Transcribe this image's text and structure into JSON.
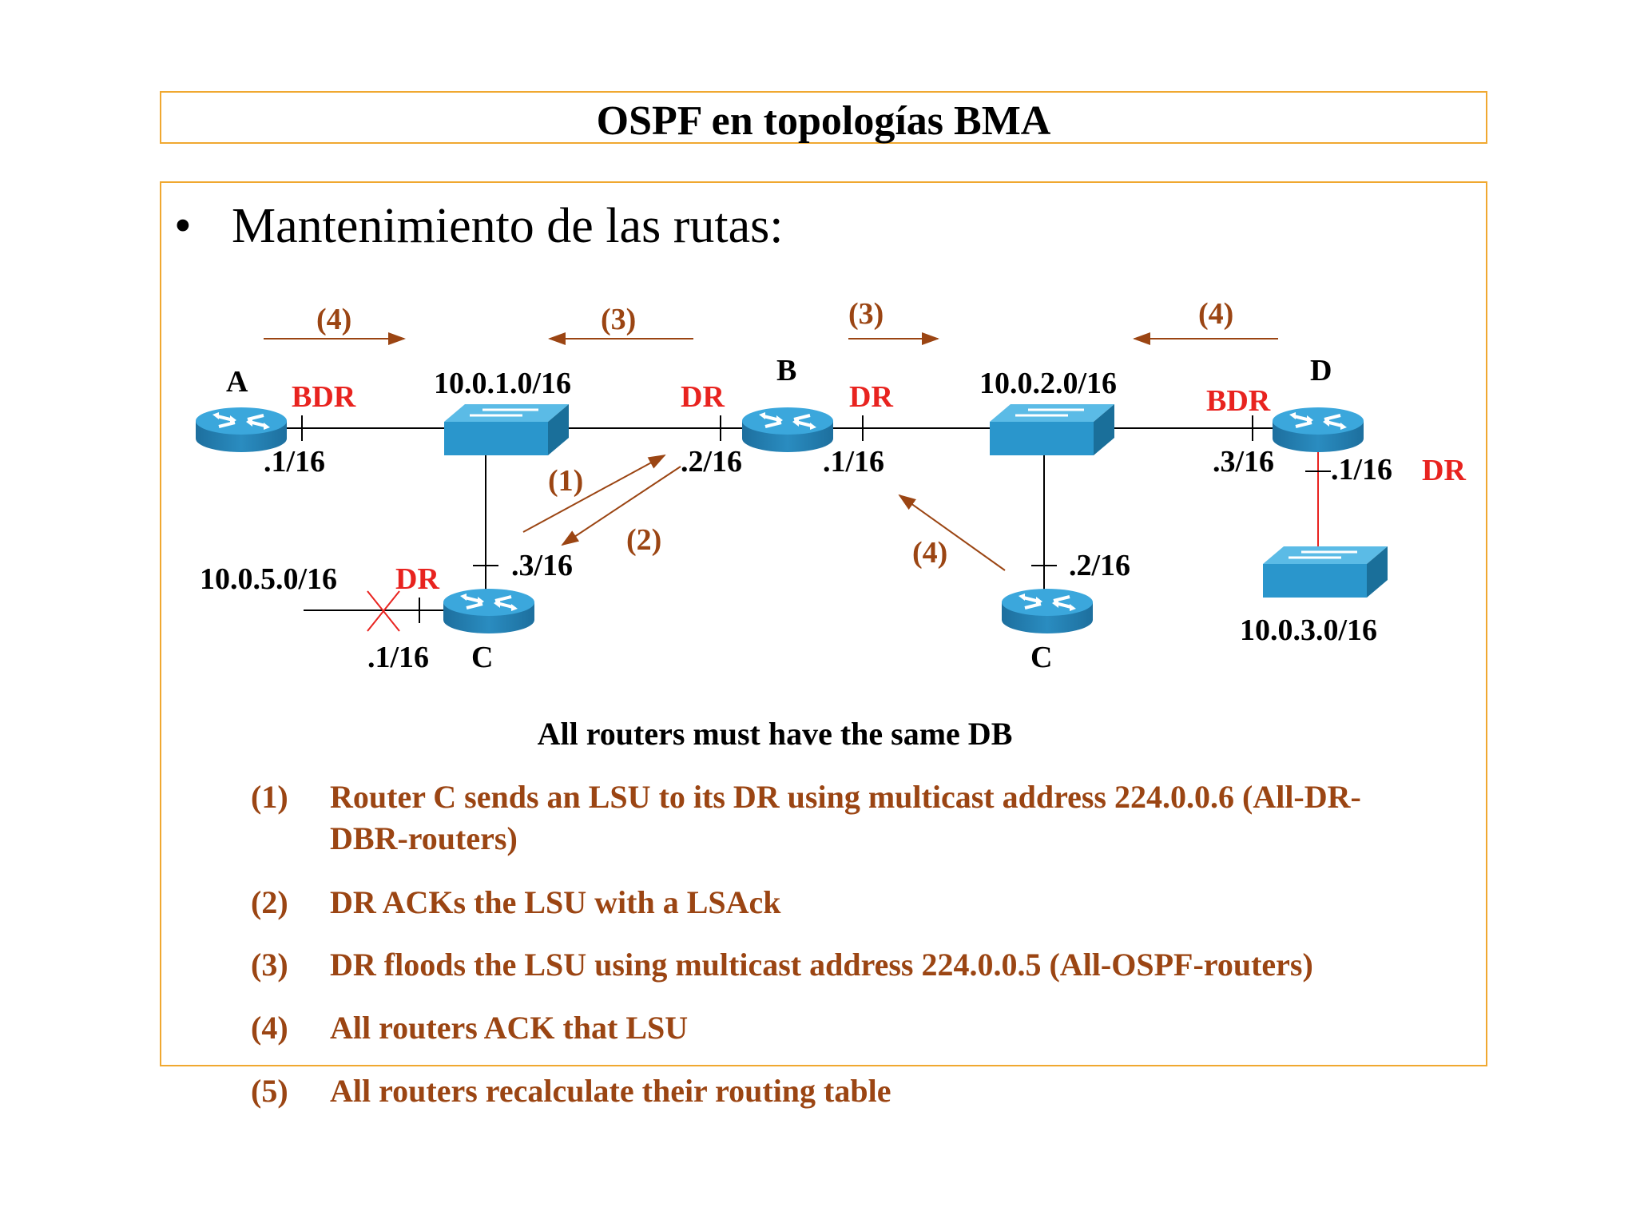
{
  "title": "OSPF en topologías BMA",
  "bullet": "Mantenimiento de las rutas:",
  "colors": {
    "border": "#f0a830",
    "red": "#e8231f",
    "brown": "#9b4513",
    "router": "#2a8cc0"
  },
  "diagram": {
    "arrow_labels": {
      "a4_left": "(4)",
      "a3_left": "(3)",
      "a3_right": "(3)",
      "a4_right": "(4)",
      "a1": "(1)",
      "a2": "(2)",
      "a4_lower": "(4)"
    },
    "routers": {
      "a": "A",
      "b": "B",
      "c_left": "C",
      "c_right": "C",
      "d": "D"
    },
    "networks": {
      "n1": "10.0.1.0/16",
      "n2": "10.0.2.0/16",
      "n3": "10.0.3.0/16",
      "n5": "10.0.5.0/16"
    },
    "roles": {
      "a_bdr": "BDR",
      "b_dr_left": "DR",
      "b_dr_right": "DR",
      "d_bdr": "BDR",
      "d_dr": "DR",
      "c_dr": "DR"
    },
    "interfaces": {
      "a_if": ".1/16",
      "b_if_left": ".2/16",
      "b_if_right": ".1/16",
      "d_if_left": ".3/16",
      "d_if_down": ".1/16",
      "c_if_up": ".3/16",
      "c_if_left": ".1/16",
      "c2_if_up": ".2/16"
    }
  },
  "note": "All routers must have the same DB",
  "steps": [
    {
      "num": "(1)",
      "text": "Router C sends an LSU to its DR using multicast address 224.0.0.6 (All-DR-DBR-routers)"
    },
    {
      "num": "(2)",
      "text": "DR ACKs the LSU with a LSAck"
    },
    {
      "num": "(3)",
      "text": "DR floods the LSU using multicast address 224.0.0.5 (All-OSPF-routers)"
    },
    {
      "num": "(4)",
      "text": "All routers ACK that LSU"
    },
    {
      "num": "(5)",
      "text": "All routers recalculate their routing table"
    }
  ]
}
